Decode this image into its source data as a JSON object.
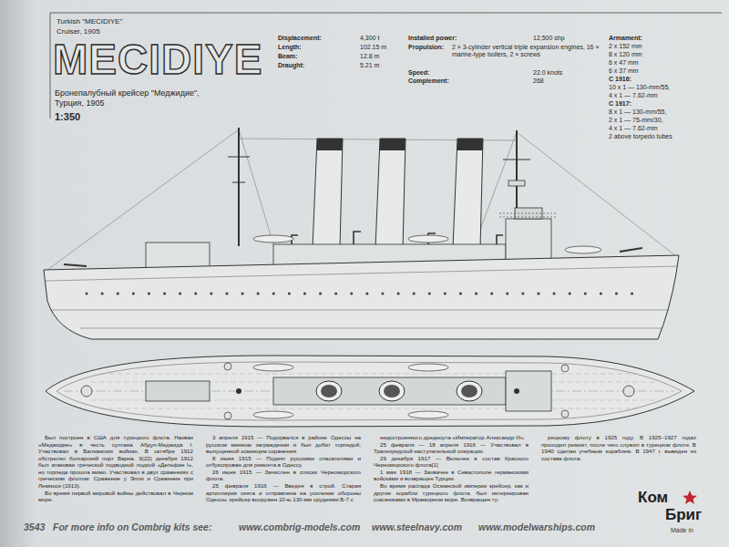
{
  "diagram": {
    "title": "MECIDIYE",
    "labels": [
      "Turkish \"MECIDIYE\"",
      "Cruiser, 1905",
      "Бронепалубный крейсер \"Меджидие\", Турция, 1905",
      "1:350",
      "Displacement:",
      "4,300 t",
      "Length:",
      "102.15 m",
      "Beam:",
      "12.8 m",
      "Draught:",
      "5.21 m",
      "Installed power:",
      "12,500 shp",
      "Propulsion:",
      "2 × 3-cylinder vertical triple expansion engines, 16 × marine-type boilers, 2 × screws",
      "Speed:",
      "22.0 knots",
      "Complement:",
      "268",
      "Armament:",
      "2 x 152 mm",
      "8 x 120 mm",
      "6 x 47 mm",
      "6 x 37 mm",
      "С 1916:",
      "10 x 1 — 130-mm/55,",
      "4 x 1 — 7.62-mm",
      "С 1917:",
      "8 x 1 — 130-mm/55,",
      "2 x 1 — 75-mm/30,",
      "4 x 1 — 7.62-mm",
      "2 above torpedo tubes",
      "Был построен в США для турецкого флота. Назван «Меджидие» в честь султана Абдул-Меджида I. Участвовал в Балканских войнах. В октябре 1912 обстрелял болгарский порт Варна. 9(22) декабря 1912 был атакован греческой подводной лодкой «Дельфин I», но торпеда прошла мимо. Участвовал в двух сражениях с греческим флотом: Сражение у Элли и Сражение при Лемносе (1913).",
      "Во время первой мировой войны действовал в Черном море.",
      "3 апреля 1915 — Подорвался в районе Одессы на русском минном заграждении и был добит торпедой, выпущенной эсминцем охранения.",
      "8 июня 1915 — Поднят русскими спасателями и отбуксирован для ремонта в Одессу.",
      "26 июня 1915 — Зачислен в списки Черноморского флота.",
      "25 февраля 1916 — Введен в строй. Старая артиллерия снята и отправлена на усиление обороны Одессы, крейсер вооружен 10-ю 130-мм орудиями Б-7 с",
      "недостроенного дредноута «Император Александр III».",
      "25 февраля — 18 апреля 1916 — Участвовал в Трапезундской наступательной операции.",
      "29 декабря 1917 — Включен в состав Красного Черноморского флота[1]",
      "1 мая 1918 — Захвачен в Севастополе германскими войсками и возвращен Турции.",
      "Во время распада Османской империи крейсер, как и другие корабли турецкого флота, был интернирован союзниками в Мраморном море. Возвращен ту-",
      "рецкому флоту в 1925 году. В 1925–1927 годах проходил ремонт, после чего служил в турецком флоте. В 1940 сделан учебным кораблем. В 1947 г. выведен из состава флота.",
      "3543",
      "For more info on Combrig kits see:",
      "www.combrig-models.com",
      "www.steelnavy.com",
      "www.modelwarships.com",
      "Ком",
      "Бриг",
      "Made in"
    ]
  }
}
